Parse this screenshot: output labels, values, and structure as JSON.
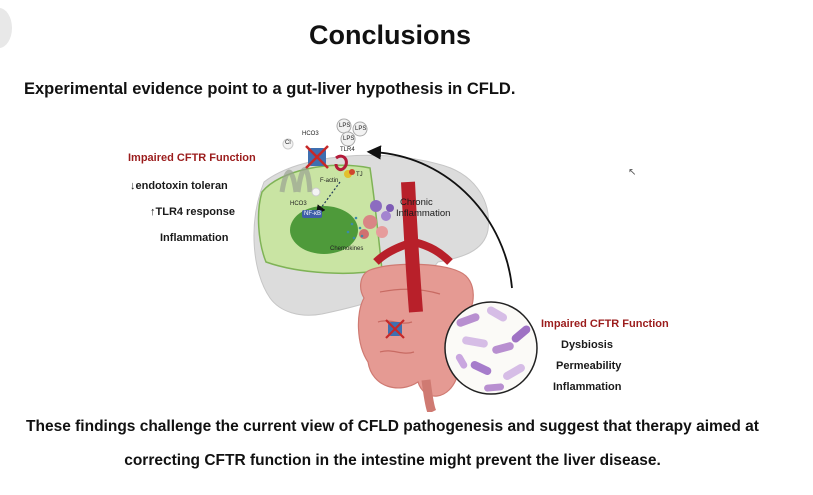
{
  "title": "Conclusions",
  "subtitle": "Experimental evidence point to a gut-liver hypothesis  in CFLD.",
  "liver_panel": {
    "heading": "Impaired CFTR Function",
    "items": [
      "↓endotoxin toleran",
      "↑TLR4 response",
      "Inflammation"
    ]
  },
  "gut_panel": {
    "heading": "Impaired CFTR Function",
    "items": [
      "Dysbiosis",
      "Permeability",
      "Inflammation"
    ]
  },
  "diagram_labels": {
    "chronic_inflammation": [
      "Chronic",
      "Inflammation"
    ],
    "hco3_top": "HCO3",
    "hco3_mid": "HCO3",
    "cl": "Cl",
    "lps": [
      "LPS",
      "LPS",
      "LPS"
    ],
    "tlr4": "TLR4",
    "tj": "TJ",
    "f_actin": "F-actin",
    "nfkb": "NF-κB",
    "chemokines": "Chemokines"
  },
  "conclusion": [
    "These findings challenge the current view of CFLD pathogenesis and suggest that therapy aimed at",
    "correcting CFTR function in the intestine might prevent the liver disease."
  ],
  "colors": {
    "impaired_heading": "#9b1c1c",
    "liver": "#dcdcdc",
    "hepatocyte": "#c9e4a3",
    "nucleus": "#4e9a3a",
    "intestine": "#e59a93",
    "aorta": "#b8202a",
    "bacteria": "#b88fd0"
  }
}
